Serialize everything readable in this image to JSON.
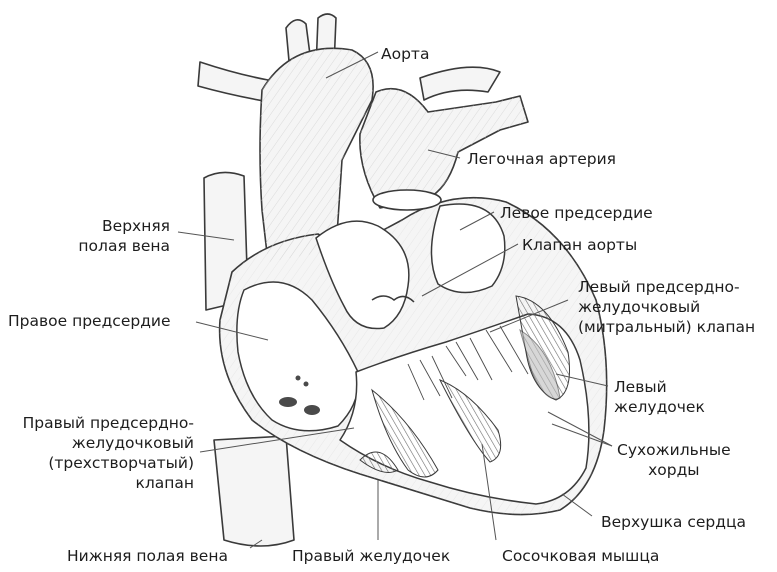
{
  "labels": {
    "aorta": "Аорта",
    "pulmonary_artery": "Легочная артерия",
    "left_atrium": "Левое предсердие",
    "aortic_valve": "Клапан аорты",
    "mitral_valve": [
      "Левый предсердно-",
      "желудочковый",
      "(митральный) клапан"
    ],
    "left_ventricle": [
      "Левый",
      "желудочек"
    ],
    "chordae": [
      "Сухожильные",
      "хорды"
    ],
    "apex": "Верхушка сердца",
    "papillary_muscle": "Сосочковая мышца",
    "right_ventricle": "Правый желудочек",
    "inferior_vena_cava": "Нижняя полая вена",
    "tricuspid_valve": [
      "Правый предсердно-",
      "желудочковый",
      "(трехстворчатый)",
      "клапан"
    ],
    "right_atrium": "Правое предсердие",
    "superior_vena_cava": [
      "Верхняя",
      "полая вена"
    ]
  },
  "colors": {
    "stroke": "#3a3a3a",
    "leader": "#555555",
    "wall_fill": "#f5f5f5",
    "muscle_fill": "#8d8d8d"
  }
}
